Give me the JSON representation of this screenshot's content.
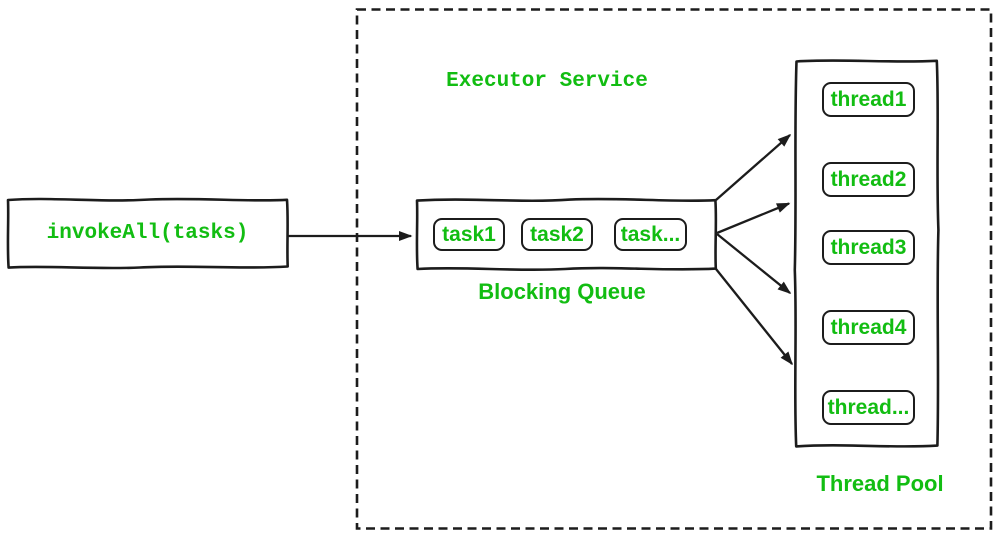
{
  "diagram": {
    "title": "Executor Service",
    "invoke_box": {
      "label": "invokeAll(tasks)"
    },
    "blocking_queue": {
      "label": "Blocking Queue",
      "tasks": [
        {
          "label": "task1"
        },
        {
          "label": "task2"
        },
        {
          "label": "task..."
        }
      ]
    },
    "thread_pool": {
      "label": "Thread Pool",
      "threads": [
        {
          "label": "thread1"
        },
        {
          "label": "thread2"
        },
        {
          "label": "thread3"
        },
        {
          "label": "thread4"
        },
        {
          "label": "thread..."
        }
      ]
    },
    "colors": {
      "text_green": "#12bd12",
      "line_black": "#1c1c1c",
      "background": "#ffffff"
    }
  }
}
